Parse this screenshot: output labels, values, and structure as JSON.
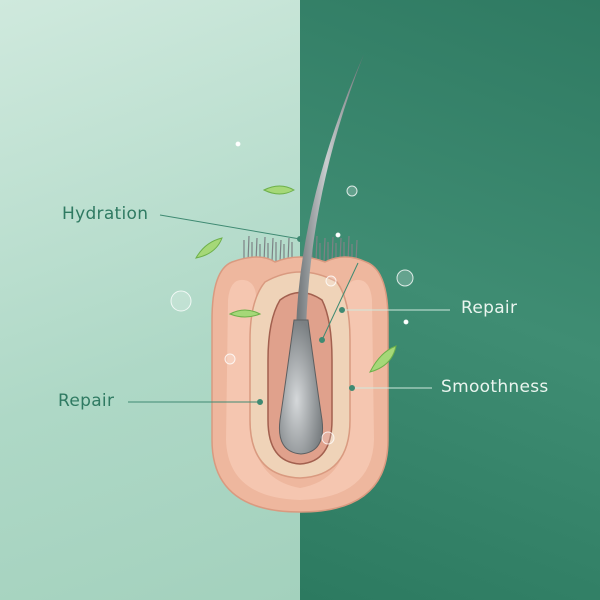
{
  "labels": {
    "hydration": "Hydration",
    "repair_left": "Repair",
    "repair_right": "Repair",
    "smoothness": "Smoothness"
  },
  "colors": {
    "left_bg": "#b5dccb",
    "right_bg": "#3f8a72",
    "skin": "#f0bfa6",
    "hair": "#8e9396",
    "leaf": "#9bd36b"
  }
}
